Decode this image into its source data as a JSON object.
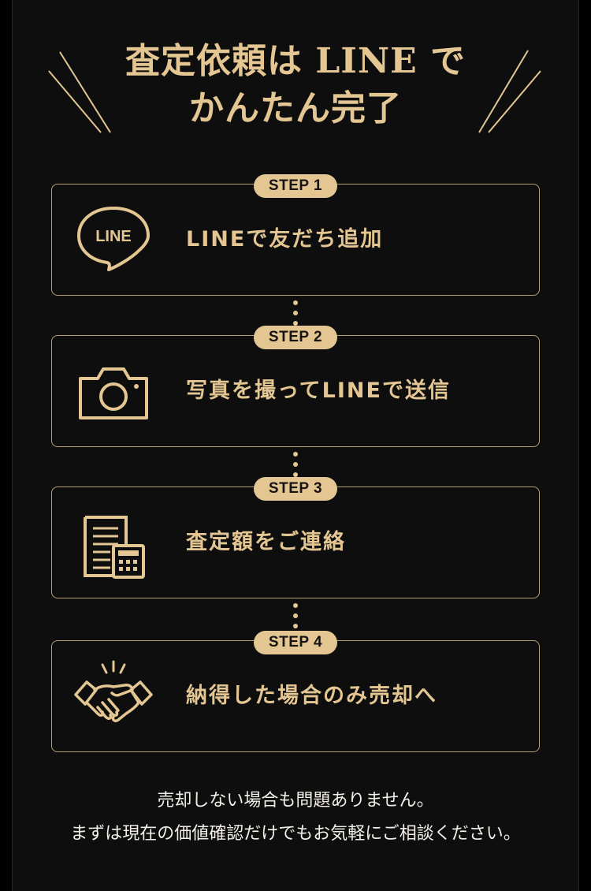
{
  "heading": {
    "line1": "査定依頼は LINE で",
    "line2": "かんたん完了"
  },
  "steps": [
    {
      "badge": "STEP 1",
      "label": "LINEで友だち追加",
      "icon": "line-logo-icon",
      "icon_text": "LINE"
    },
    {
      "badge": "STEP 2",
      "label": "写真を撮ってLINEで送信",
      "icon": "camera-icon"
    },
    {
      "badge": "STEP 3",
      "label": "査定額をご連絡",
      "icon": "document-calculator-icon"
    },
    {
      "badge": "STEP 4",
      "label": "納得した場合のみ売却へ",
      "icon": "handshake-icon"
    }
  ],
  "footer": {
    "line1": "売却しない場合も問題ありません。",
    "line2": "まずは現在の価値確認だけでもお気軽にご相談ください。"
  },
  "colors": {
    "gold": "#e3c692",
    "border": "#b89f73",
    "panel": "#0e0e0e",
    "background": "#000000",
    "footer_text": "#f2efe8"
  }
}
